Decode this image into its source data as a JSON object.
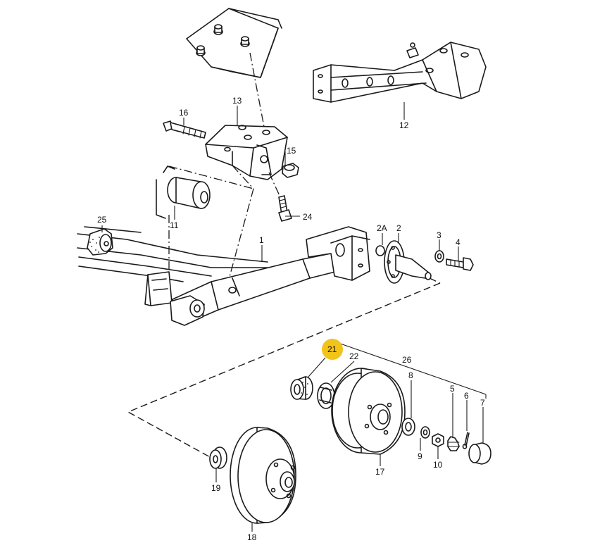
{
  "highlight_color": "#f2c41a",
  "line_color": "#1a1a1a",
  "parts": {
    "p1": "1",
    "p2": "2",
    "p2a": "2A",
    "p3": "3",
    "p4": "4",
    "p5": "5",
    "p6": "6",
    "p7": "7",
    "p8": "8",
    "p9": "9",
    "p10": "10",
    "p11": "11",
    "p12": "12",
    "p13": "13",
    "p15": "15",
    "p16": "16",
    "p17": "17",
    "p18": "18",
    "p19": "19",
    "p21": "21",
    "p22": "22",
    "p24": "24",
    "p25": "25",
    "p26": "26"
  },
  "highlighted_part": "21"
}
